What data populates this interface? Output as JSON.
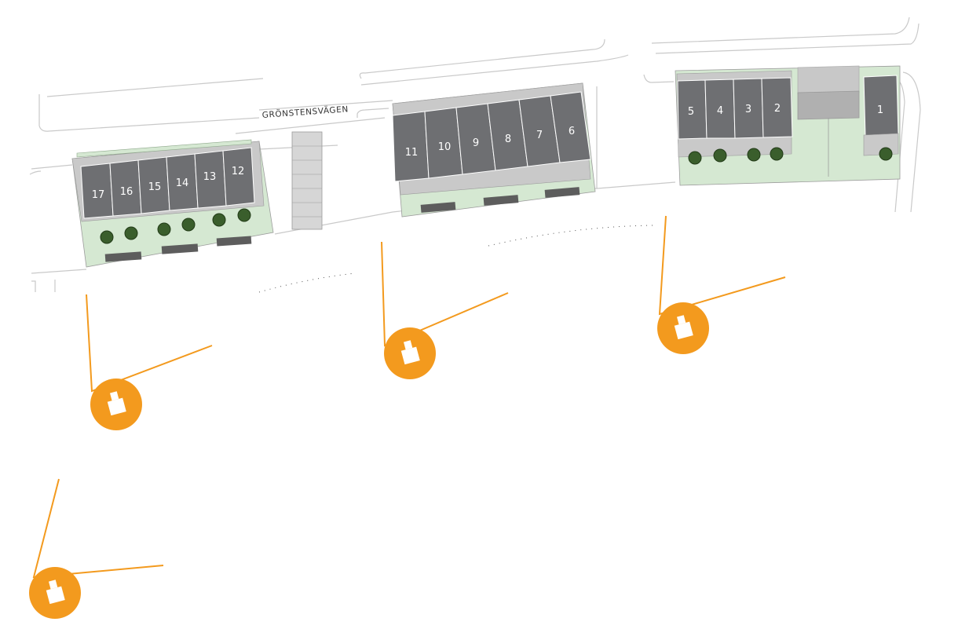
{
  "street_name": "GRÖNSTENSVÄGEN",
  "units": {
    "u1": "1",
    "u2": "2",
    "u3": "3",
    "u4": "4",
    "u5": "5",
    "u6": "6",
    "u7": "7",
    "u8": "8",
    "u9": "9",
    "u10": "10",
    "u11": "11",
    "u12": "12",
    "u13": "13",
    "u14": "14",
    "u15": "15",
    "u16": "16",
    "u17": "17"
  },
  "colors": {
    "building": "#6e6f72",
    "garden": "#d5e8d2",
    "paving": "#c9c9c9",
    "viewpoint_marker": "#f39a1e"
  },
  "icons": {
    "viewpoint": "camera-viewpoint-icon",
    "tree": "tree-icon"
  }
}
